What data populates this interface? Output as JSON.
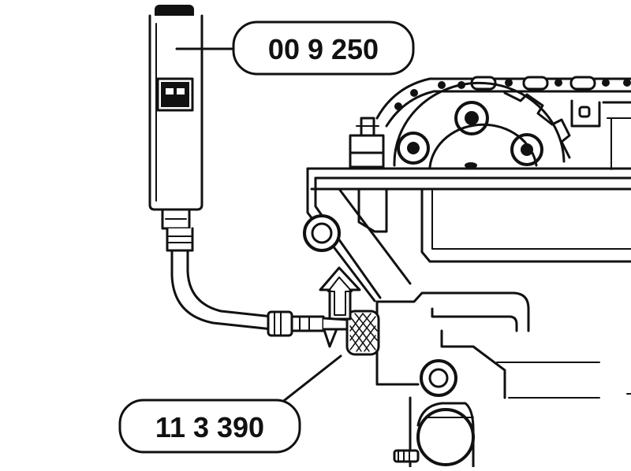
{
  "callouts": [
    {
      "id": "tool",
      "label": "00 9 250"
    },
    {
      "id": "adapter",
      "label": "11 3 390"
    }
  ],
  "colors": {
    "ink": "#111111",
    "paper": "#ffffff"
  }
}
